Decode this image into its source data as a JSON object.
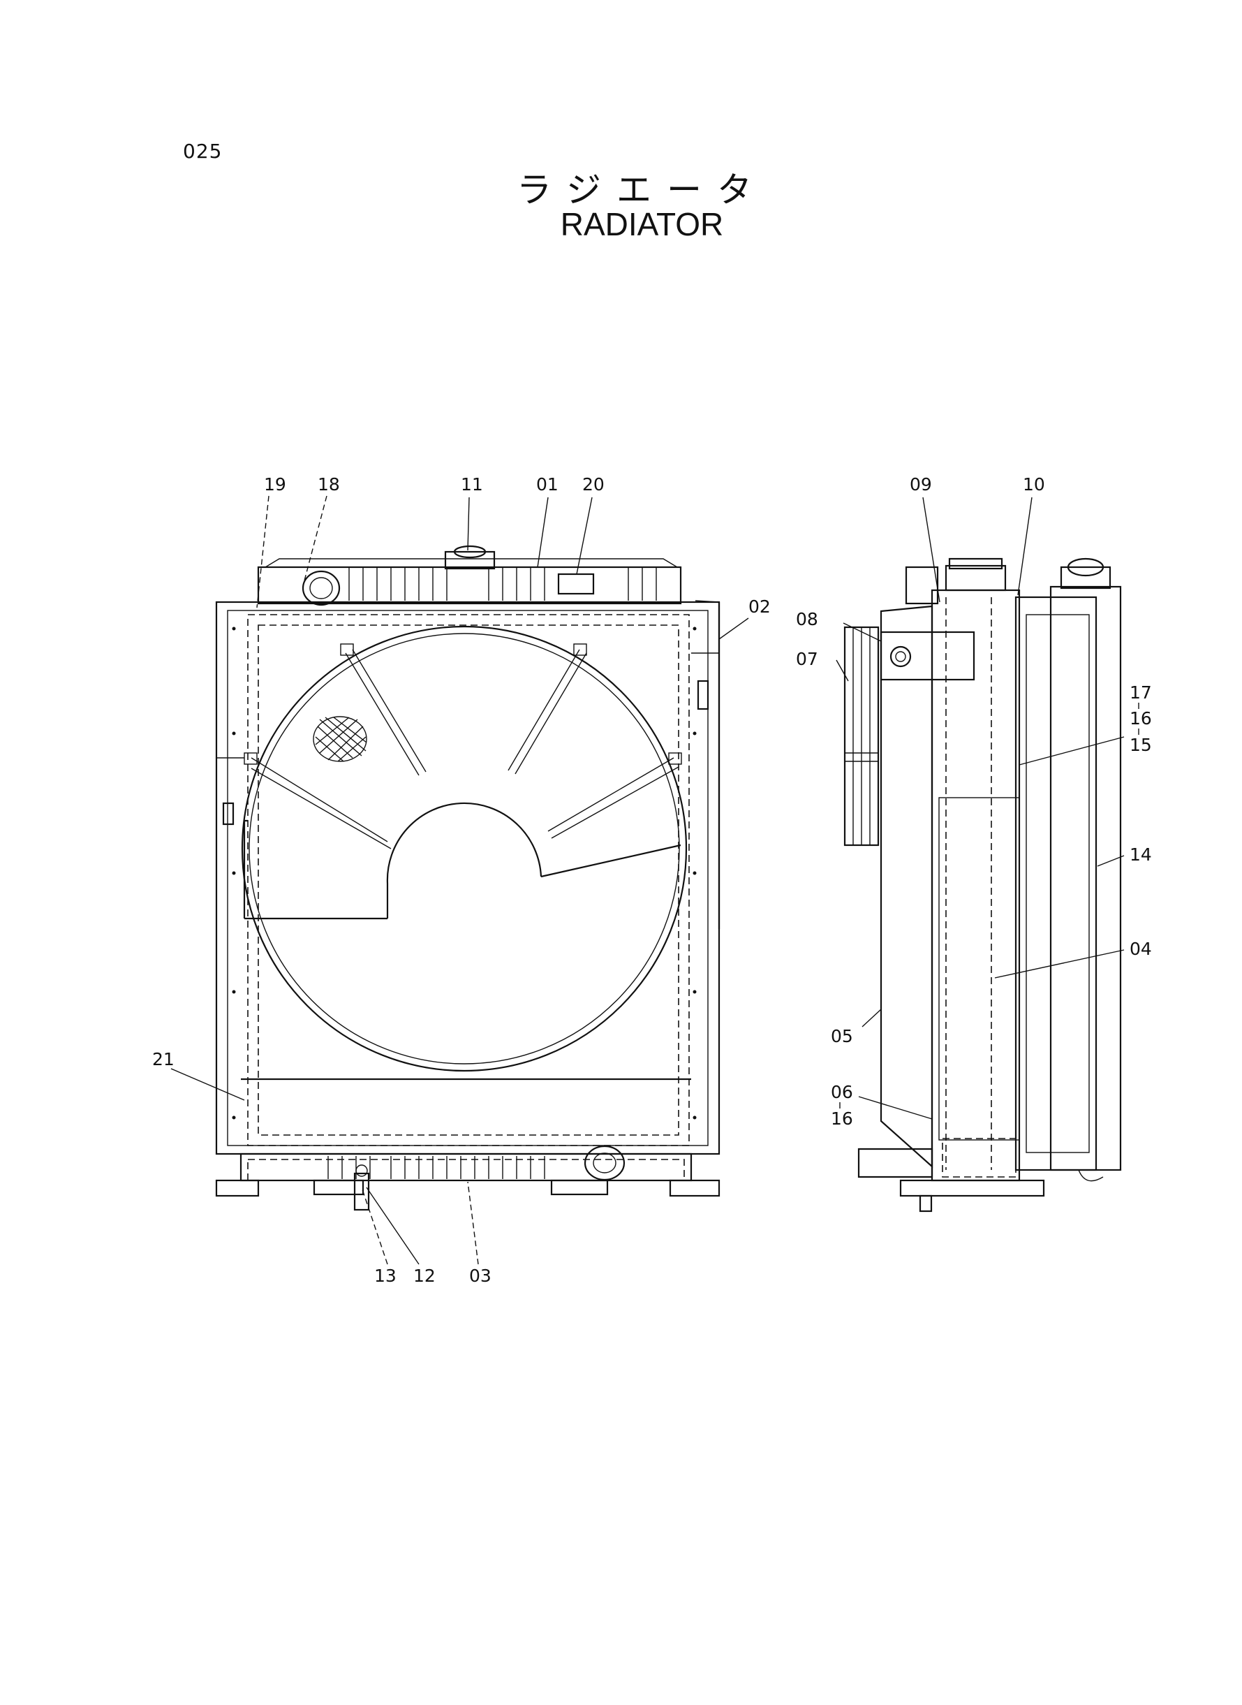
{
  "page_number": "025",
  "title_japanese": "ラジエータ",
  "title_english": "RADIATOR",
  "callouts": {
    "c19": "19",
    "c18": "18",
    "c11": "11",
    "c01": "01",
    "c20": "20",
    "c02": "02",
    "c21": "21",
    "c13": "13",
    "c12": "12",
    "c03": "03",
    "c09": "09",
    "c10": "10",
    "c08": "08",
    "c07": "07",
    "c17": "17",
    "c16a": "16",
    "c15": "15",
    "c14": "14",
    "c04": "04",
    "c05": "05",
    "c06": "06",
    "c16b": "16"
  }
}
